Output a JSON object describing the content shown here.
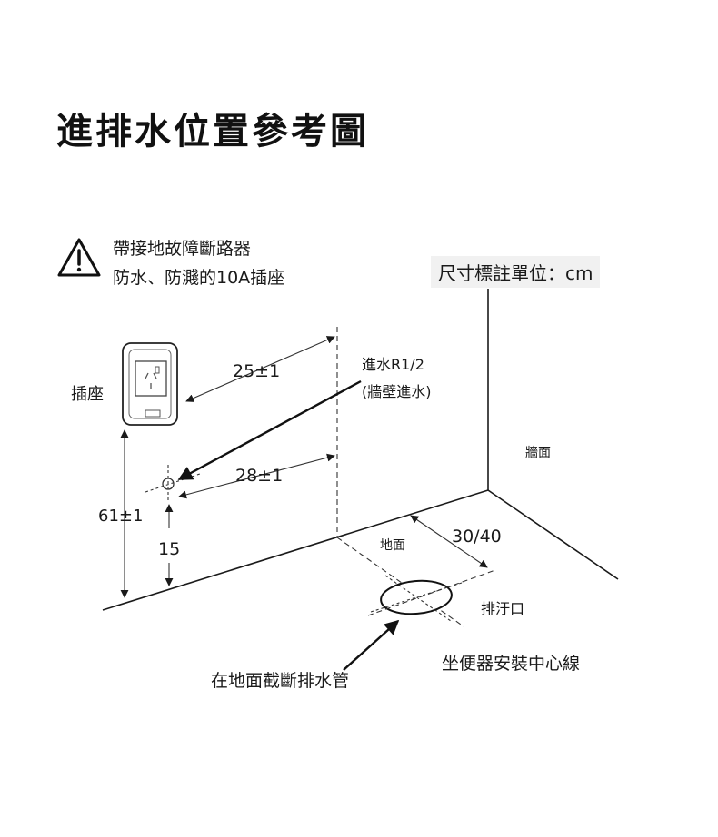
{
  "title": "進排水位置參考圖",
  "warning": {
    "icon": "warning-triangle-icon",
    "line1": "帶接地故障斷路器",
    "line2": "防水、防濺的10A插座"
  },
  "unit_note": "尺寸標註單位：cm",
  "labels": {
    "socket": "插座",
    "wall": "牆面",
    "floor": "地面",
    "inlet_line1": "進水R1/2",
    "inlet_line2": "(牆壁進水)",
    "outlet": "排汙口",
    "toilet_centerline": "坐便器安裝中心線",
    "cut_drain": "在地面截斷排水管"
  },
  "dimensions": {
    "socket_offset": "25±1",
    "inlet_offset": "28±1",
    "socket_height": "61±1",
    "inlet_height": "15",
    "outlet_distance": "30/40"
  }
}
